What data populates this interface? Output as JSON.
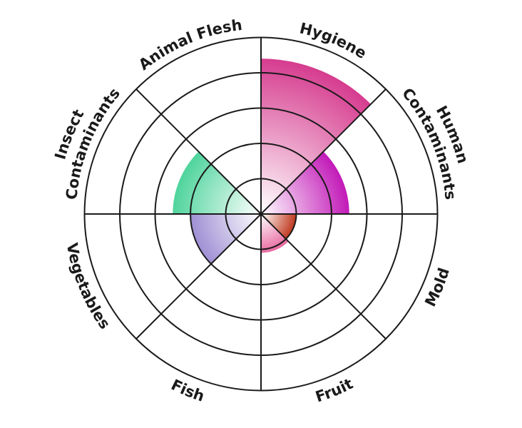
{
  "chart_data": {
    "type": "polar-area",
    "categories": [
      "Hygiene",
      "Human Contaminants",
      "Mold",
      "Fruit",
      "Fish",
      "Vegetables",
      "Insect Contaminants",
      "Animal Flesh"
    ],
    "category_label_lines": [
      [
        "Hygiene"
      ],
      [
        "Human",
        "Contaminants"
      ],
      [
        "Mold"
      ],
      [
        "Fruit"
      ],
      [
        "Fish"
      ],
      [
        "Vegetables"
      ],
      [
        "Insect",
        "Contaminants"
      ],
      [
        "Animal Flesh"
      ]
    ],
    "values": [
      4.4,
      2.5,
      1.0,
      1.1,
      0.05,
      2.0,
      2.5,
      0.1
    ],
    "rlim": [
      0,
      5
    ],
    "rings": [
      1,
      2,
      3,
      4,
      5
    ],
    "grid": true,
    "colors": [
      "#d63c8f",
      "#c21ab8",
      "#c0391f",
      "#e86aa0",
      "#f2c84b",
      "#9f8fd4",
      "#4fd49c",
      "#e0e0e0"
    ]
  }
}
